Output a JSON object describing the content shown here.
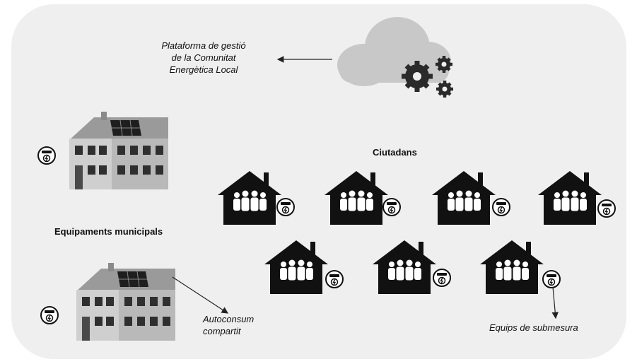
{
  "labels": {
    "platform_line1": "Plataforma de gestió",
    "platform_line2": "de la Comunitat",
    "platform_line3": "Energètica Local",
    "ciutadans": "Ciutadans",
    "equipaments": "Equipaments municipals",
    "autoconsum_line1": "Autoconsum",
    "autoconsum_line2": "compartit",
    "equips_submesura": "Equips de submesura"
  },
  "icons": {
    "cloud": "cloud-gears-icon",
    "house": "family-house-icon",
    "meter": "energy-meter-icon",
    "building": "municipal-building-icon"
  },
  "colors": {
    "background": "#efefef",
    "cloud": "#c8c8c8",
    "gears": "#2a2a2a",
    "house": "#111111",
    "building_wall": "#d4d4d4"
  }
}
